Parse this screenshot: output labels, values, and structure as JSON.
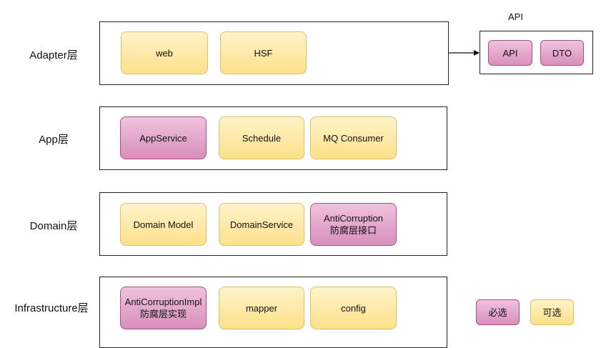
{
  "layers": {
    "adapter": {
      "label": "Adapter层",
      "items": {
        "web": "web",
        "hsf": "HSF"
      }
    },
    "app": {
      "label": "App层",
      "items": {
        "app_service": "AppService",
        "schedule": "Schedule",
        "mq_consumer": "MQ Consumer"
      }
    },
    "domain": {
      "label": "Domain层",
      "items": {
        "domain_model": "Domain Model",
        "domain_service": "DomainService",
        "anticorruption": "AntiCorruption\n防腐层接口"
      }
    },
    "infrastructure": {
      "label": "Infrastructure层",
      "items": {
        "anticorruption_impl": "AntiCorruptionImpl\n防腐层实现",
        "mapper": "mapper",
        "config": "config"
      }
    }
  },
  "api_module": {
    "caption": "API",
    "items": {
      "api": "API",
      "dto": "DTO"
    }
  },
  "legend": {
    "required": "必选",
    "optional": "可选"
  },
  "colors": {
    "required_fill": "#e0a3c8",
    "optional_fill": "#fde9a6",
    "frame_border": "#222222"
  }
}
